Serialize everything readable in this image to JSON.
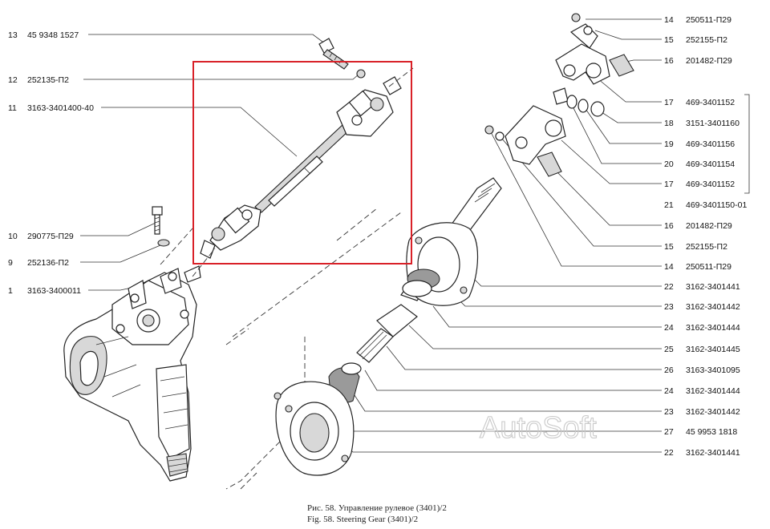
{
  "callouts_left": [
    {
      "num": "13",
      "part": "45 9348 1527"
    },
    {
      "num": "12",
      "part": "252135-П2"
    },
    {
      "num": "11",
      "part": "3163-3401400-40"
    },
    {
      "num": "10",
      "part": "290775-П29"
    },
    {
      "num": "9",
      "part": "252136-П2"
    },
    {
      "num": "1",
      "part": "3163-3400011"
    }
  ],
  "callouts_right": [
    {
      "num": "14",
      "part": "250511-П29"
    },
    {
      "num": "15",
      "part": "252155-П2"
    },
    {
      "num": "16",
      "part": "201482-П29"
    },
    {
      "num": "17",
      "part": "469-3401152"
    },
    {
      "num": "18",
      "part": "3151-3401160"
    },
    {
      "num": "19",
      "part": "469-3401156"
    },
    {
      "num": "20",
      "part": "469-3401154"
    },
    {
      "num": "17",
      "part": "469-3401152"
    },
    {
      "num": "21",
      "part": "469-3401150-01"
    },
    {
      "num": "16",
      "part": "201482-П29"
    },
    {
      "num": "15",
      "part": "252155-П2"
    },
    {
      "num": "14",
      "part": "250511-П29"
    },
    {
      "num": "22",
      "part": "3162-3401441"
    },
    {
      "num": "23",
      "part": "3162-3401442"
    },
    {
      "num": "24",
      "part": "3162-3401444"
    },
    {
      "num": "25",
      "part": "3162-3401445"
    },
    {
      "num": "26",
      "part": "3163-3401095"
    },
    {
      "num": "24",
      "part": "3162-3401444"
    },
    {
      "num": "23",
      "part": "3162-3401442"
    },
    {
      "num": "27",
      "part": "45 9953 1818"
    },
    {
      "num": "22",
      "part": "3162-3401441"
    }
  ],
  "watermark": "AutoSoft",
  "caption": {
    "ru": "Рис. 58. Управление рулевое (3401)/2",
    "en": "Fig. 58. Steering Gear (3401)/2"
  },
  "colors": {
    "highlight": "#d92128",
    "watermark": "#c9c9c9"
  }
}
